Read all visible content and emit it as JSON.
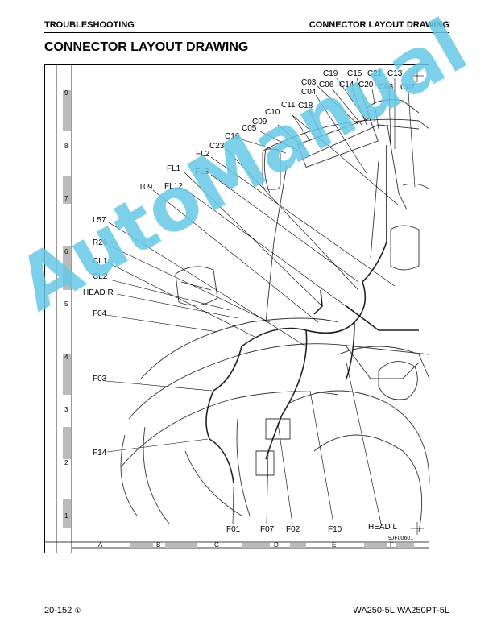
{
  "header": {
    "left": "TROUBLESHOOTING",
    "right": "CONNECTOR LAYOUT DRAWING"
  },
  "title": "CONNECTOR LAYOUT DRAWING",
  "grid": {
    "rows": [
      "9",
      "8",
      "7",
      "6",
      "5",
      "4",
      "3",
      "2",
      "1"
    ],
    "cols": [
      "A",
      "B",
      "C",
      "D",
      "E",
      "F"
    ]
  },
  "connectors": {
    "C19": "C19",
    "C15": "C15",
    "C21": "C21",
    "C13": "C13",
    "C03": "C03",
    "C06": "C06",
    "C14": "C14",
    "C20": "C20",
    "C08": "C08",
    "C07": "C07",
    "C04": "C04",
    "C11": "C11",
    "C18": "C18",
    "C10": "C10",
    "C09": "C09",
    "C05": "C05",
    "C16": "C16",
    "C23": "C23",
    "FL2": "FL2",
    "FL1": "FL1",
    "FL3": "FL3",
    "T09": "T09",
    "FL12": "FL12",
    "L57": "L57",
    "R26": "R26",
    "CL1": "CL1",
    "CL2": "CL2",
    "HEADR": "HEAD R",
    "F04": "F04",
    "F03": "F03",
    "F14": "F14",
    "F01": "F01",
    "F07": "F07",
    "F02": "F02",
    "F10": "F10",
    "HEADL": "HEAD L"
  },
  "figure_code": "9JF00601",
  "watermark": "AutoManual",
  "footer": {
    "left": "20-152",
    "rev_mark": "①",
    "right": "WA250-5L,WA250PT-5L"
  }
}
